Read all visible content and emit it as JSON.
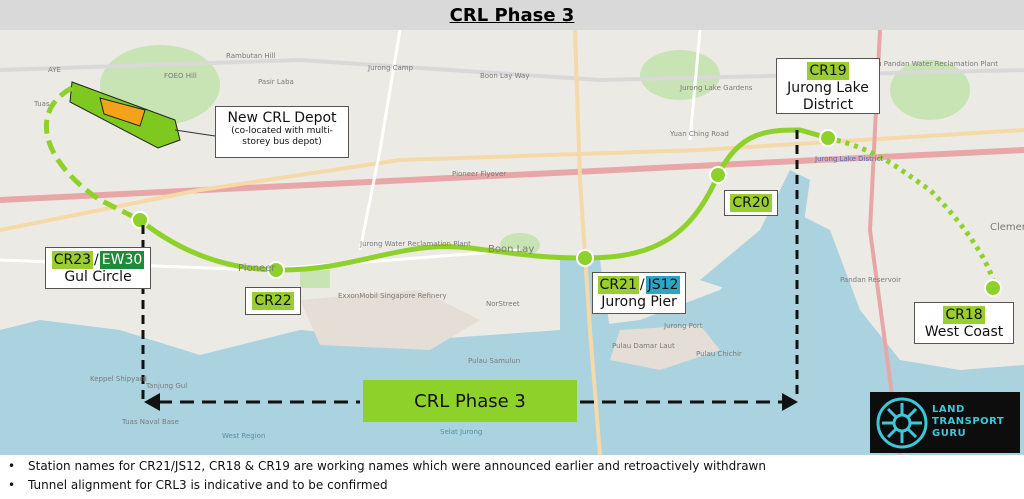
{
  "title": "CRL Phase 3",
  "depot": {
    "name": "New CRL Depot",
    "note": "(co-located with multi-storey bus depot)"
  },
  "stations": {
    "cr23": {
      "codes": [
        "CR23",
        "EW30"
      ],
      "name": "Gul Circle"
    },
    "cr22": {
      "codes": [
        "CR22"
      ],
      "name": ""
    },
    "cr21": {
      "codes": [
        "CR21",
        "JS12"
      ],
      "name": "Jurong Pier"
    },
    "cr20": {
      "codes": [
        "CR20"
      ],
      "name": ""
    },
    "cr19": {
      "codes": [
        "CR19"
      ],
      "name": "Jurong Lake District"
    },
    "cr18": {
      "codes": [
        "CR18"
      ],
      "name": "West Coast"
    }
  },
  "banner": "CRL Phase 3",
  "logo": {
    "line1": "LAND",
    "line2": "TRANSPORT",
    "line3": "GURU"
  },
  "notes": [
    "Station names for CR21/JS12, CR18 & CR19 are working names which were announced earlier and retroactively withdrawn",
    "Tunnel alignment for CRL3 is indicative and to be confirmed"
  ],
  "map_labels": {
    "aye": "AYE",
    "jurong_camp": "Jurong Camp",
    "boon_lay_way": "Boon Lay Way",
    "jurong_lake_gardens": "Jurong Lake Gardens",
    "yuan_ching": "Yuan Ching Road",
    "jurong_lake_district_map": "Jurong Lake District",
    "ulu_pandan": "Ulu Pandan Water Reclamation Plant",
    "pioneer_flyover": "Pioneer Flyover",
    "boon_lay": "Boon Lay",
    "jurong_water": "Jurong Water Reclamation Plant",
    "exxonmobil": "ExxonMobil Singapore Refinery",
    "pandan_reservoir": "Pandan Reservoir",
    "pulau_samulun": "Pulau Samulun",
    "pulau_damar_laut": "Pulau Damar Laut",
    "pulau_chichir": "Pulau Chichir",
    "jurong_port": "Jurong Port",
    "keppel_shipyard": "Keppel Shipyard",
    "tanjung_gul": "Tanjung Gul",
    "tuas_naval": "Tuas Naval Base",
    "selat_jurong": "Selat Jurong",
    "west_region": "West Region",
    "northstar": "NorStreet",
    "foeo_hill": "FOEO Hill",
    "rambutan_hill": "Rambutan Hill",
    "pasir_laba": "Pasir Laba",
    "pioneer": "Pioneer",
    "tuas": "Tuas",
    "clementi": "Clementi"
  }
}
